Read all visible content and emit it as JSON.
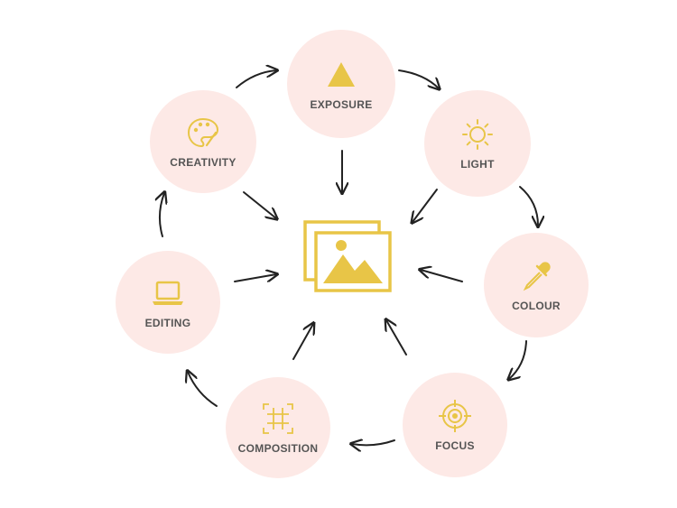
{
  "colors": {
    "node_fill": "#fde9e6",
    "icon": "#e8c547",
    "arrow": "#222222",
    "label": "#555555"
  },
  "nodes": [
    {
      "id": "exposure",
      "label": "EXPOSURE",
      "icon": "triangle-icon"
    },
    {
      "id": "light",
      "label": "LIGHT",
      "icon": "sun-icon"
    },
    {
      "id": "colour",
      "label": "COLOUR",
      "icon": "eyedropper-icon"
    },
    {
      "id": "focus",
      "label": "FOCUS",
      "icon": "crosshair-icon"
    },
    {
      "id": "composition",
      "label": "COMPOSITION",
      "icon": "grid-frame-icon"
    },
    {
      "id": "editing",
      "label": "EDITING",
      "icon": "laptop-icon"
    },
    {
      "id": "creativity",
      "label": "CREATIVITY",
      "icon": "palette-icon"
    }
  ],
  "center": {
    "icon": "photo-gallery-icon"
  }
}
